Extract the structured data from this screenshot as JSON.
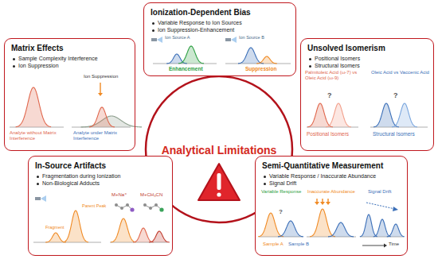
{
  "diagram": {
    "nodes": [
      {
        "text": [
          "Ionization-Dependent Bias",
          "Variable Response to Ion Sources",
          "Ion Suppression-Enhancement"
        ]
      },
      {
        "text": [
          "Matrix Effects",
          "Sample Complexity Interference",
          "Ion Suppression"
        ]
      },
      {
        "text": [
          "Unsolved Isomerism",
          "Positional Isomers",
          "Structural Isomers"
        ]
      },
      {
        "text": [
          "Analytical Limitations"
        ]
      },
      {
        "text": [
          "In-Source Artifacts",
          "Fragmentation during Ionization",
          "Non-Biological Adducts"
        ]
      },
      {
        "text": [
          "Semi-Quantitative Measurement",
          "Variable Response / Inaccurate Abundance",
          "Signal Drift"
        ]
      }
    ],
    "labels": [
      "Ion Source A",
      "Ion Source B",
      "Enhancement",
      "Suppression",
      "Ion Suppression",
      "Analyte without Matrix Interference",
      "Analyte under Matrix Interference",
      "Palmitoleic Acid (ω-7) vs Oleic Acid (ω-9)",
      "Oleic Acid vs Vaccenic Acid",
      "?",
      "?",
      "Positional Isomers",
      "Structural Isomers",
      "Fragment",
      "Parent Peak",
      "M+Na⁺",
      "M+CH₃CN",
      "Variable Response",
      "Inaccurate Abundance",
      "Signal Drift",
      "?",
      "Sample A",
      "Sample B",
      "Time"
    ]
  }
}
